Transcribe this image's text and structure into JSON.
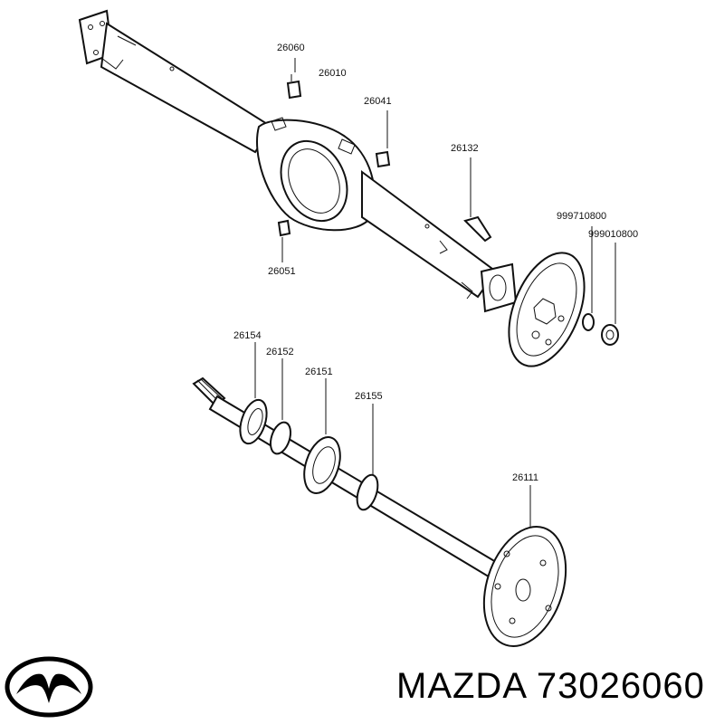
{
  "parts": {
    "p26060": "26060",
    "p26010": "26010",
    "p26041": "26041",
    "p26132": "26132",
    "p999710800": "999710800",
    "p999010800": "999010800",
    "p26051": "26051",
    "p26154": "26154",
    "p26152": "26152",
    "p26151": "26151",
    "p26155": "26155",
    "p26111": "26111"
  },
  "caption": {
    "brand": "MAZDA",
    "part_number": "73026060"
  },
  "colors": {
    "ink": "#111111",
    "background": "#ffffff"
  }
}
